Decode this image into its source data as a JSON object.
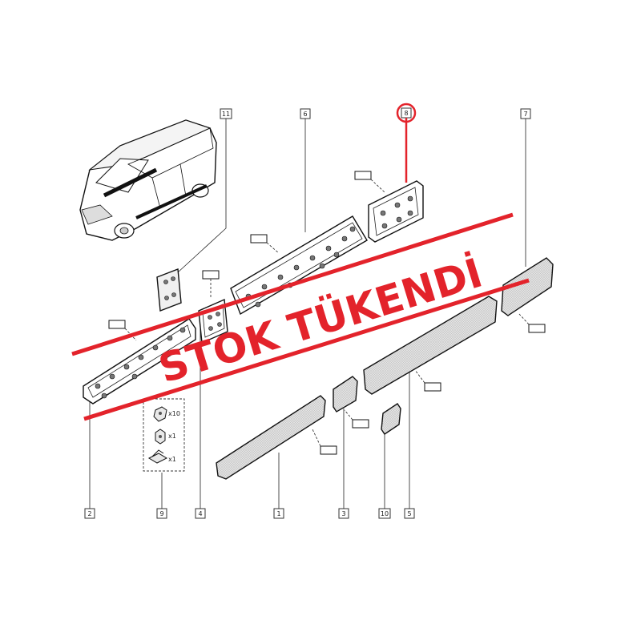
{
  "callouts": [
    "11",
    "6",
    "8",
    "7",
    "2",
    "4",
    "1",
    "3",
    "10",
    "5",
    "9"
  ],
  "fastener_kit": {
    "qty_1": "x10",
    "qty_2": "x1",
    "qty_3": "x1"
  },
  "overlay": {
    "stamp_text": "STOK TÜKENDİ",
    "color": "#e3232b"
  },
  "colors": {
    "line_art": "#111111",
    "panel_texture": "#dcdcdc",
    "highlight": "#e3232b"
  },
  "icons": [
    "van-illustration-icon",
    "clip-fastener-icon",
    "connector-icon"
  ]
}
